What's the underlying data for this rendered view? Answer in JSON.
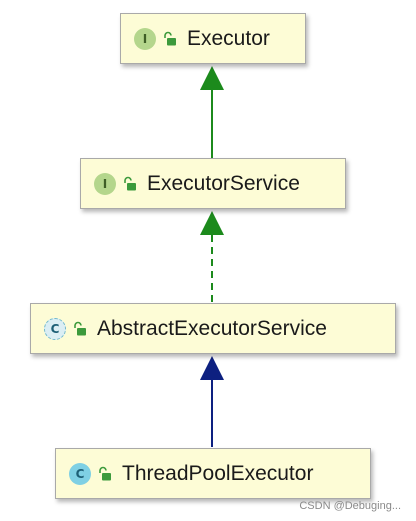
{
  "diagram": {
    "nodes": [
      {
        "id": "executor",
        "badge": "I",
        "kind": "interface",
        "label": "Executor"
      },
      {
        "id": "executor-service",
        "badge": "I",
        "kind": "interface",
        "label": "ExecutorService"
      },
      {
        "id": "abstract-executor-service",
        "badge": "C",
        "kind": "abstract-class",
        "label": "AbstractExecutorService"
      },
      {
        "id": "thread-pool-executor",
        "badge": "C",
        "kind": "class",
        "label": "ThreadPoolExecutor"
      }
    ],
    "edges": [
      {
        "from": "executor-service",
        "to": "executor",
        "type": "extends",
        "style": "solid",
        "color": "#1c8a1c"
      },
      {
        "from": "abstract-executor-service",
        "to": "executor-service",
        "type": "implements",
        "style": "dashed",
        "color": "#1c8a1c"
      },
      {
        "from": "thread-pool-executor",
        "to": "abstract-executor-service",
        "type": "extends",
        "style": "solid",
        "color": "#0d2080"
      }
    ],
    "colors": {
      "node_fill": "#fdfcd6",
      "interface_badge": "#b4d68c",
      "class_badge": "#7fd0e4",
      "lock_icon": "#3c9a3c"
    }
  },
  "watermark": "CSDN @Debuging..."
}
